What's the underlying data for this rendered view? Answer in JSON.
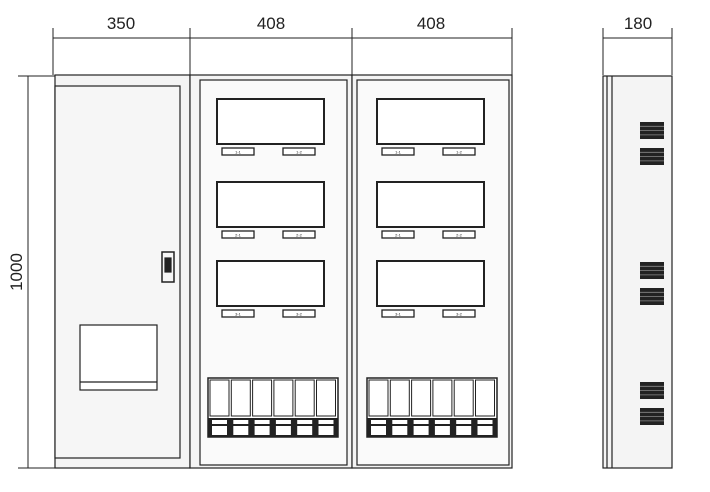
{
  "dimensions": {
    "width_left": "350",
    "width_middle": "408",
    "width_right": "408",
    "depth": "180",
    "height": "1000"
  },
  "meter_tags": {
    "middle": [
      [
        "1-1",
        "1-2"
      ],
      [
        "2-1",
        "2-2"
      ],
      [
        "3-1",
        "3-2"
      ]
    ],
    "right": [
      [
        "1-1",
        "1-2"
      ],
      [
        "2-1",
        "2-2"
      ],
      [
        "3-1",
        "3-2"
      ]
    ]
  },
  "colors": {
    "line": "#222222",
    "fill": "#f4f4f4"
  }
}
